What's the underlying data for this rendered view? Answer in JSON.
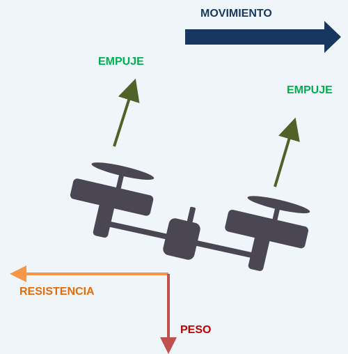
{
  "labels": {
    "movimiento": "MOVIMIENTO",
    "empuje_left": "EMPUJE",
    "empuje_right": "EMPUJE",
    "resistencia": "RESISTENCIA",
    "peso": "PESO"
  },
  "colors": {
    "background": "#f0f5fa",
    "movimiento": "#17375e",
    "empuje": "#00b050",
    "empuje_arrow": "#4f6228",
    "resistencia": "#e46c0a",
    "resistencia_arrow": "#f79646",
    "peso": "#c00000",
    "peso_arrow": "#c0504d",
    "drone_body": "#4a4753"
  },
  "icons": {
    "drone": "quadcopter-drone-icon"
  }
}
